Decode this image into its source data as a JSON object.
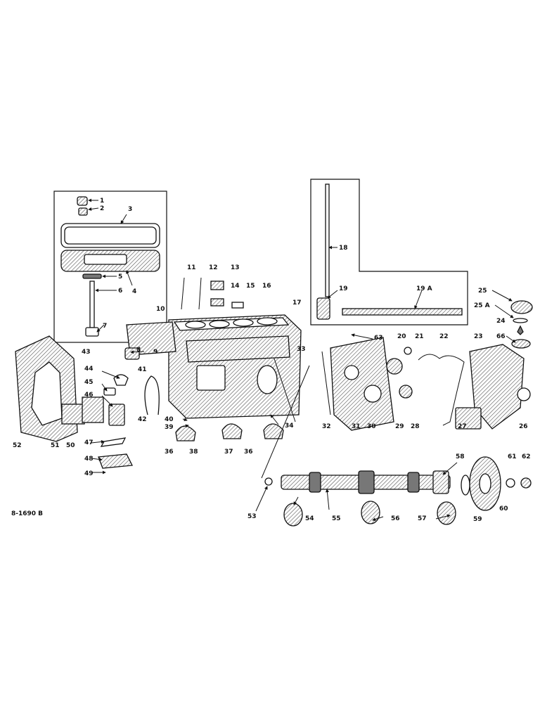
{
  "figure_code": "8-1690 B",
  "callouts": [
    "1",
    "2",
    "3",
    "4",
    "5",
    "6",
    "7",
    "8",
    "9",
    "10",
    "11",
    "12",
    "13",
    "14",
    "15",
    "16",
    "17",
    "18",
    "19",
    "19 A",
    "20",
    "21",
    "22",
    "23",
    "24",
    "25",
    "25 A",
    "26",
    "27",
    "28",
    "29",
    "30",
    "31",
    "32",
    "33",
    "34",
    "36",
    "36",
    "37",
    "38",
    "39",
    "40",
    "41",
    "42",
    "43",
    "44",
    "45",
    "46",
    "47",
    "48",
    "49",
    "50",
    "51",
    "52",
    "53",
    "54",
    "55",
    "56",
    "57",
    "58",
    "59",
    "60",
    "61",
    "62",
    "63",
    "66"
  ]
}
